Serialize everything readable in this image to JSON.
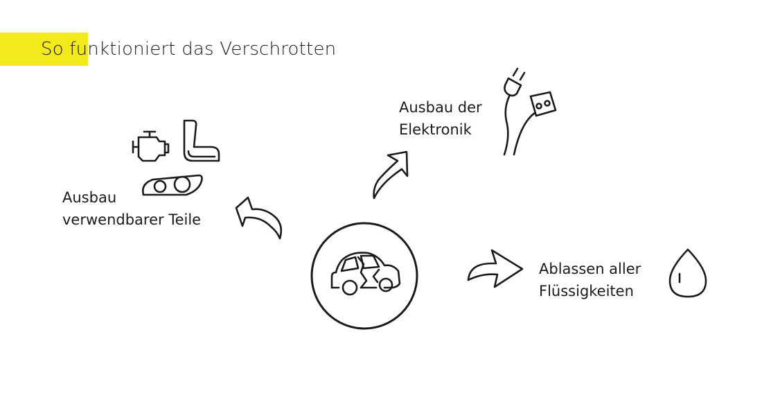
{
  "title": "So funktioniert das Verschrotten",
  "colors": {
    "highlight": "#f2ea1b",
    "line": "#1a1a1a",
    "background": "#ffffff"
  },
  "steps": [
    {
      "id": "parts",
      "label_lines": [
        "Ausbau",
        "verwendbarer Teile"
      ],
      "icons": [
        "engine-icon",
        "car-seat-icon",
        "headlight-icon"
      ]
    },
    {
      "id": "electronics",
      "label_lines": [
        "Ausbau der",
        "Elektronik"
      ],
      "icons": [
        "plug-cable-icon"
      ]
    },
    {
      "id": "fluids",
      "label_lines": [
        "Ablassen aller",
        "Flüssigkeiten"
      ],
      "icons": [
        "drop-icon"
      ]
    }
  ],
  "center": {
    "icon": "wrecked-car-icon"
  }
}
